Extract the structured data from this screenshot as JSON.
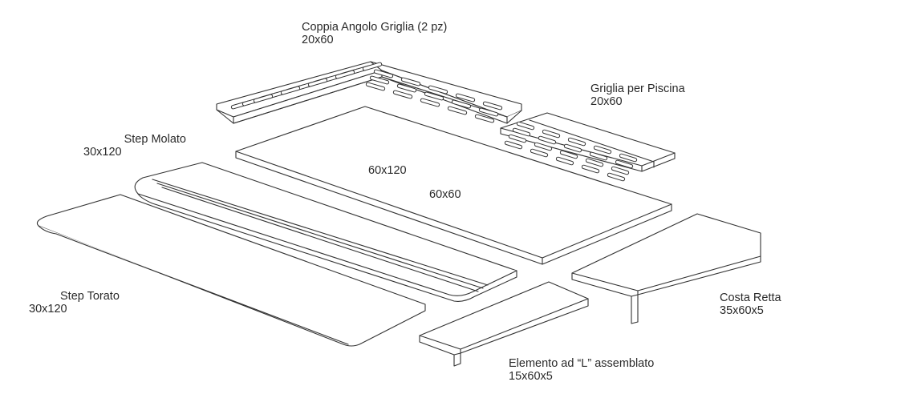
{
  "labels": {
    "corner_grate": {
      "name": "Coppia Angolo Griglia (2 pz)",
      "size": "20x60"
    },
    "pool_grate": {
      "name": "Griglia per Piscina",
      "size": "20x60"
    },
    "step_molato": {
      "name": "Step Molato",
      "size": "30x120"
    },
    "step_torato": {
      "name": "Step Torato",
      "size": "30x120"
    },
    "costa_retta": {
      "name": "Costa Retta",
      "size": "35x60x5"
    },
    "elemento_l": {
      "name": "Elemento ad “L” assemblato",
      "size": "15x60x5"
    },
    "tile_large": "60x120",
    "tile_small": "60x60"
  },
  "colors": {
    "line": "#333333",
    "text": "#2a2a2a",
    "fill": "#ffffff"
  }
}
